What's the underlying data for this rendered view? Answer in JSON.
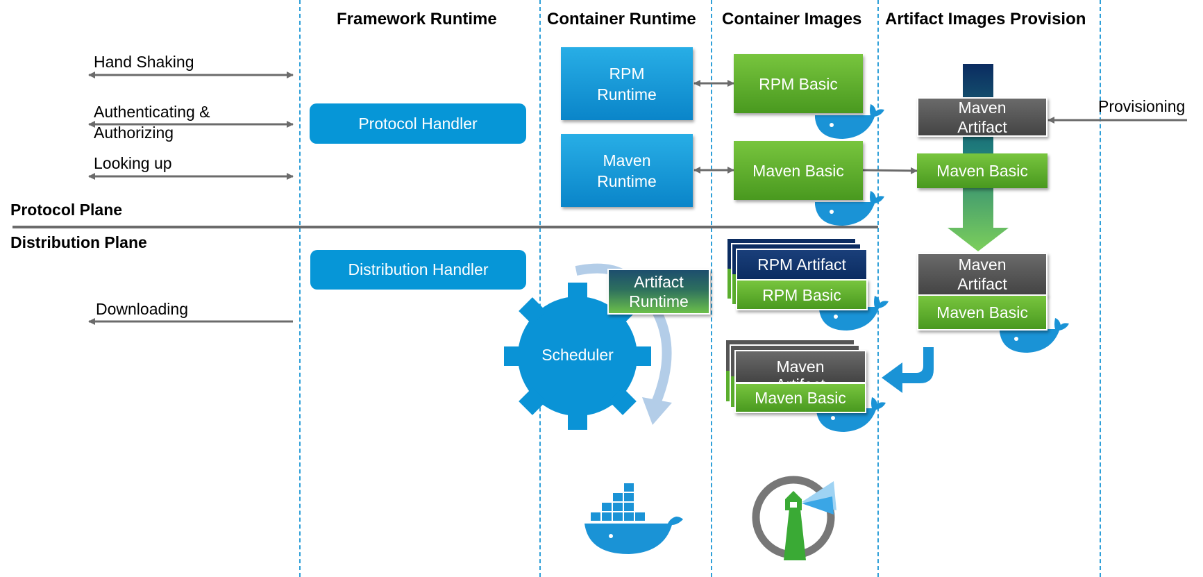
{
  "columns": {
    "framework_runtime": "Framework Runtime",
    "container_runtime": "Container Runtime",
    "container_images": "Container Images",
    "artifact_images_provision": "Artifact Images Provision"
  },
  "planes": {
    "protocol": "Protocol Plane",
    "distribution": "Distribution Plane"
  },
  "left_labels": {
    "hand_shaking": "Hand Shaking",
    "auth_line1": "Authenticating &",
    "auth_line2": "Authorizing",
    "looking_up": "Looking up",
    "downloading": "Downloading"
  },
  "handlers": {
    "protocol": "Protocol Handler",
    "distribution": "Distribution Handler"
  },
  "runtimes": {
    "rpm_line1": "RPM",
    "rpm_line2": "Runtime",
    "maven_line1": "Maven",
    "maven_line2": "Runtime",
    "artifact_line1": "Artifact",
    "artifact_line2": "Runtime",
    "scheduler": "Scheduler"
  },
  "images": {
    "rpm_basic": "RPM Basic",
    "maven_basic": "Maven Basic",
    "rpm_artifact": "RPM Artifact",
    "rpm_basic_stack": "RPM Basic",
    "maven_artifact_stack_line1": "Maven",
    "maven_artifact_stack_line2": "Artifact",
    "maven_basic_stack": "Maven Basic"
  },
  "provision": {
    "provisioning": "Provisioning",
    "maven_artifact_top_line1": "Maven",
    "maven_artifact_top_line2": "Artifact",
    "maven_basic_top": "Maven Basic",
    "maven_artifact_bottom_line1": "Maven",
    "maven_artifact_bottom_line2": "Artifact",
    "maven_basic_bottom": "Maven Basic"
  },
  "colors": {
    "accent_blue": "#0696d7",
    "green": "#5aae2d",
    "gray": "#555555",
    "navy": "#0b2c61",
    "dash": "#2e9fd8"
  },
  "icons": [
    "docker-whale-icon",
    "harbor-lighthouse-icon",
    "scheduler-gear-icon",
    "cycle-arrow-icon"
  ]
}
